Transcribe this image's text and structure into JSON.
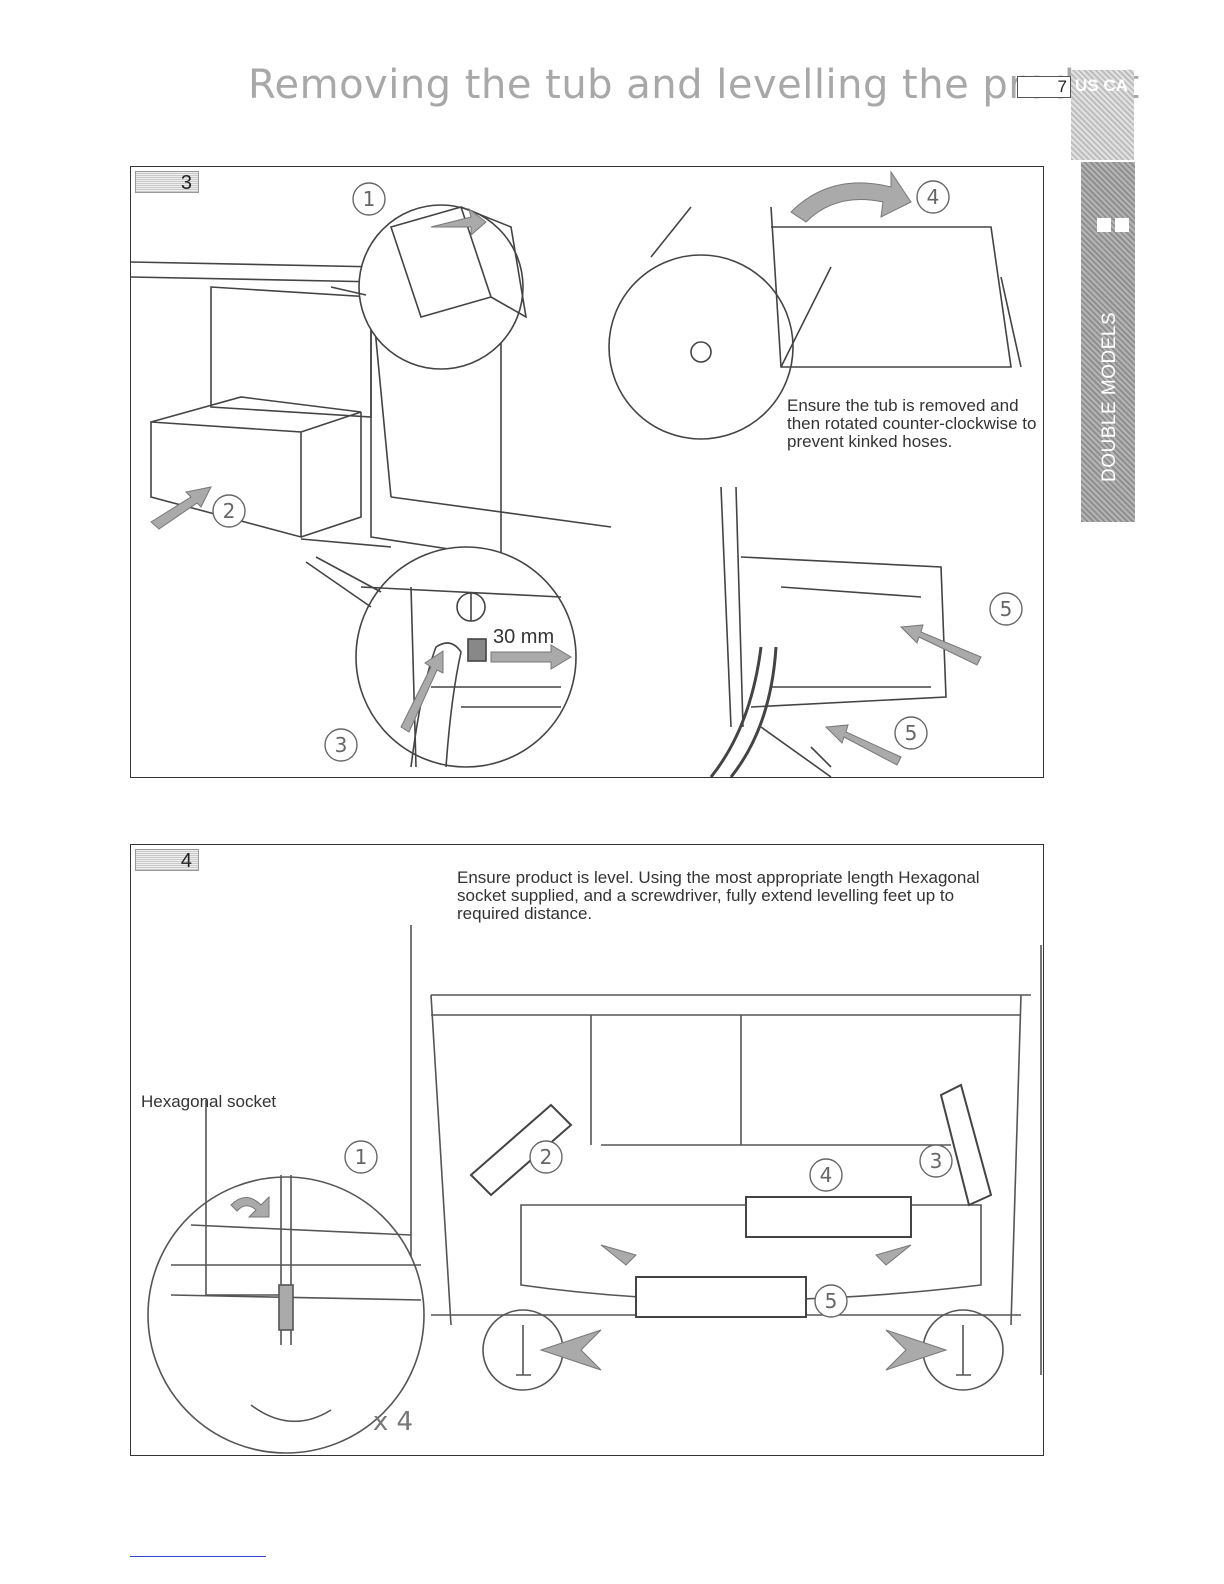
{
  "header": {
    "title": "Removing the tub and levelling the product",
    "page_number": "7",
    "region_code": "US CA",
    "section_tab": "DOUBLE MODELS"
  },
  "step3": {
    "step_number": "3",
    "callouts": [
      "1",
      "2",
      "3",
      "4",
      "5",
      "5"
    ],
    "measurement": "30 mm",
    "note": "Ensure the tub is removed and then rotated counter-clockwise to prevent kinked hoses."
  },
  "step4": {
    "step_number": "4",
    "instruction": "Ensure product is level. Using the most appropriate length Hexagonal socket supplied, and a screwdriver, fully extend levelling feet up to required distance.",
    "socket_label": "Hexagonal socket",
    "quantity": "x 4",
    "callouts": [
      "1",
      "2",
      "3",
      "4",
      "5"
    ]
  }
}
